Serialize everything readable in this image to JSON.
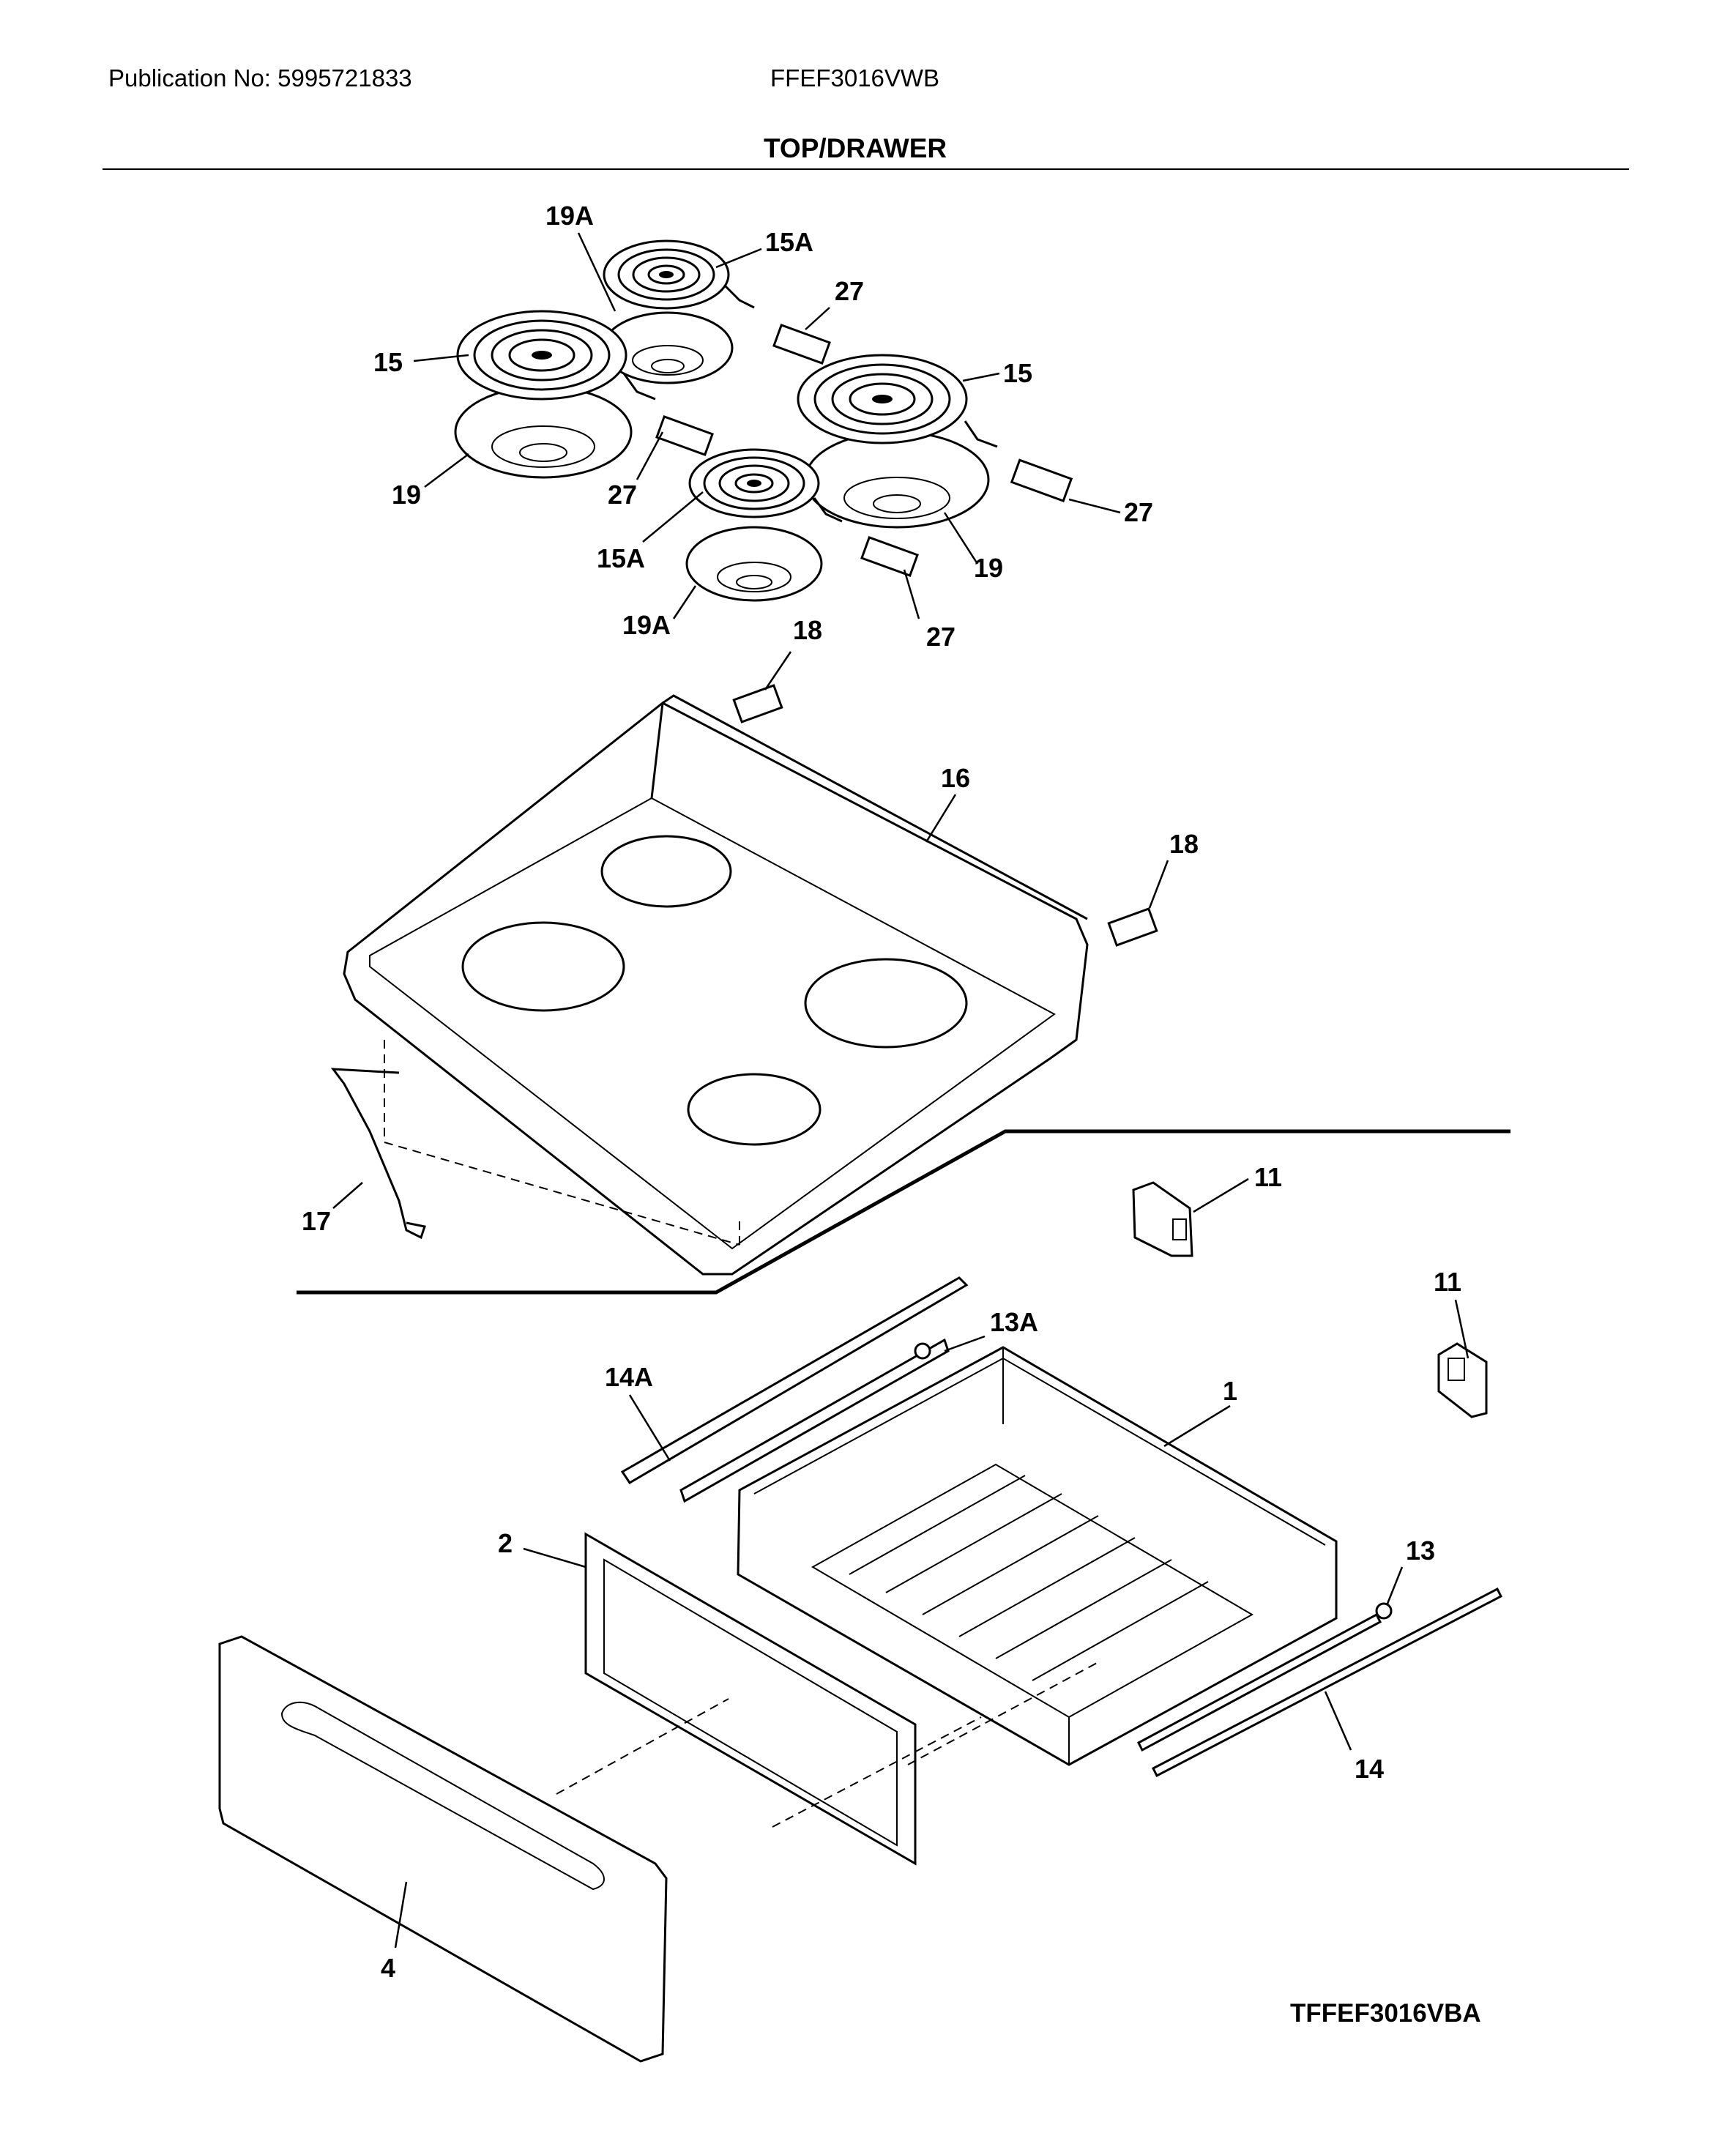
{
  "header": {
    "publication": "Publication No: 5995721833",
    "model": "FFEF3016VWB",
    "section_title": "TOP/DRAWER"
  },
  "drawing_id": "TFFEF3016VBA",
  "callouts": {
    "c19A_top": "19A",
    "c15A_top": "15A",
    "c27_top": "27",
    "c15_left": "15",
    "c15_right": "15",
    "c19_left": "19",
    "c27_mid": "27",
    "c27_right": "27",
    "c15A_bottom": "15A",
    "c19_right": "19",
    "c19A_bottom": "19A",
    "c27_bottom": "27",
    "c18_top": "18",
    "c16": "16",
    "c18_right": "18",
    "c17": "17",
    "c11_top": "11",
    "c11_right": "11",
    "c13A": "13A",
    "c14A": "14A",
    "c1": "1",
    "c2": "2",
    "c13": "13",
    "c14": "14",
    "c4": "4"
  }
}
